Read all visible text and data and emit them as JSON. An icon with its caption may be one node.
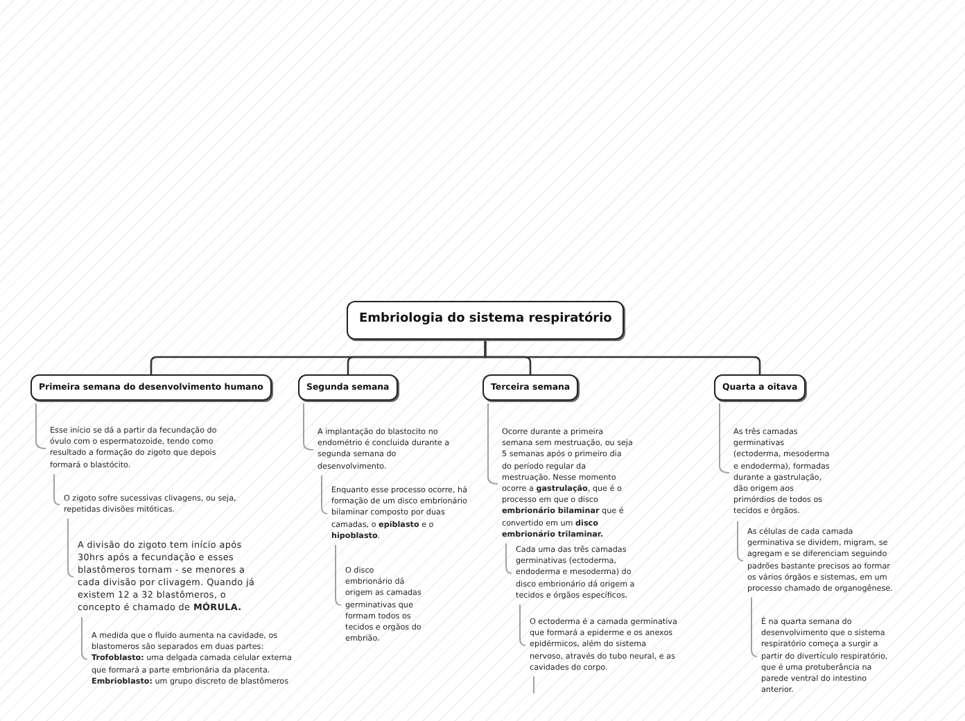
{
  "diagram": {
    "nodes": [
      {
        "text": [
          "Embriologia do sistema respiratório"
        ]
      },
      {
        "text": [
          "Primeira semana do desenvolvimento humano"
        ]
      },
      {
        "text": [
          "Segunda semana"
        ]
      },
      {
        "text": [
          "Terceira semana"
        ]
      },
      {
        "text": [
          "Quarta a oitava"
        ]
      },
      {
        "text": [
          "Esse início se dá a partir da fecundação do óvulo com o espermatozoide, tendo como resultado a formação do zigoto que depois formará o blastócito."
        ]
      },
      {
        "text": [
          "O zigoto sofre sucessivas clivagens, ou seja, repetidas divisões mitóticas."
        ]
      },
      {
        "text": [
          "A divisão do zigoto tem início após 30hrs após a fecundação e esses blastômeros tornam - se menores a cada divisão por clivagem. Quando já existem 12 a 32 blastômeros, o concepto é chamado de **MÓRULA.**"
        ]
      },
      {
        "text": [
          "A medida que o fluido aumenta na cavidade, os blastomeros são separados em duas partes: **Trofoblasto:** uma delgada camada celular externa que formará a parte embrionária da placenta. **Embrioblasto:** um grupo discreto de blastômeros"
        ]
      },
      {
        "text": [
          "A implantação do blastocito no endométrio é concluida durante  a segunda semana do desenvolvimento."
        ]
      },
      {
        "text": [
          "Enquanto esse processo ocorre, há formação de um disco embrionário bilaminar composto por duas camadas, o **epiblasto** e o **hipoblasto**."
        ]
      },
      {
        "text": [
          "O disco embrionário dá origem as camadas germinativas que formam todos os tecidos e orgãos do embrião."
        ]
      },
      {
        "text": [
          "Ocorre durante a primeira semana sem mestruação, ou seja 5 semanas após o primeiro dia do período regular da mestruação. Nesse momento ocorre a **gastrulação**, que é o processo em que o disco **embrionário bilaminar** que é convertido em um **disco embrionário trilaminar.**"
        ]
      },
      {
        "text": [
          "Cada uma das três camadas germinativas (ectoderma, endoderma e mesoderma) do disco embrionário dá origem a tecidos e órgãos específicos."
        ]
      },
      {
        "text": [
          "O ectoderma é a camada germinativa que formará a epiderme e os anexos epidérmicos, além do sistema nervoso, através do tubo neural, e as cavidades do corpo."
        ]
      },
      {
        "text": [
          "As três camadas germinativas (ectoderma, mesoderma e endoderma), formadas durante a gastrulação, dão origem aos primórdios de todos os tecidos e órgãos."
        ]
      },
      {
        "text": [
          "As células de cada camada germinativa se dividem, migram, se agregam e se diferenciam seguindo padrões bastante precisos ao formar os vários órgãos e sistemas, em um processo chamado de organogênese."
        ]
      },
      {
        "text": [
          "É na quarta semana do desenvolvimento que o sistema respiratório começa a surgir a partir do divertículo respiratório, que é uma protuberância na parede ventral do intestino anterior."
        ]
      }
    ],
    "edges": [
      {
        "from": 0,
        "to": 1,
        "arrow": "none",
        "color": "#333333"
      },
      {
        "from": 0,
        "to": 2,
        "arrow": "none",
        "color": "#333333"
      },
      {
        "from": 0,
        "to": 3,
        "arrow": "none",
        "color": "#333333"
      },
      {
        "from": 0,
        "to": 4,
        "arrow": "none",
        "color": "#333333"
      },
      {
        "from": 1,
        "to": 5,
        "arrow": "none"
      },
      {
        "from": 5,
        "to": 6,
        "arrow": "none"
      },
      {
        "from": 6,
        "to": 7,
        "arrow": "none"
      },
      {
        "from": 7,
        "to": 8,
        "arrow": "none"
      },
      {
        "from": 2,
        "to": 9,
        "arrow": "none"
      },
      {
        "from": 9,
        "to": 10,
        "arrow": "none"
      },
      {
        "from": 10,
        "to": 11,
        "arrow": "none"
      },
      {
        "from": 3,
        "to": 12,
        "arrow": "none"
      },
      {
        "from": 12,
        "to": 13,
        "arrow": "none"
      },
      {
        "from": 13,
        "to": 14,
        "arrow": "none"
      },
      {
        "from": 14,
        "to": null,
        "arrow": "none"
      },
      {
        "from": 4,
        "to": 15,
        "arrow": "none"
      },
      {
        "from": 15,
        "to": 16,
        "arrow": "none"
      },
      {
        "from": 16,
        "to": 17,
        "arrow": "none"
      }
    ]
  }
}
